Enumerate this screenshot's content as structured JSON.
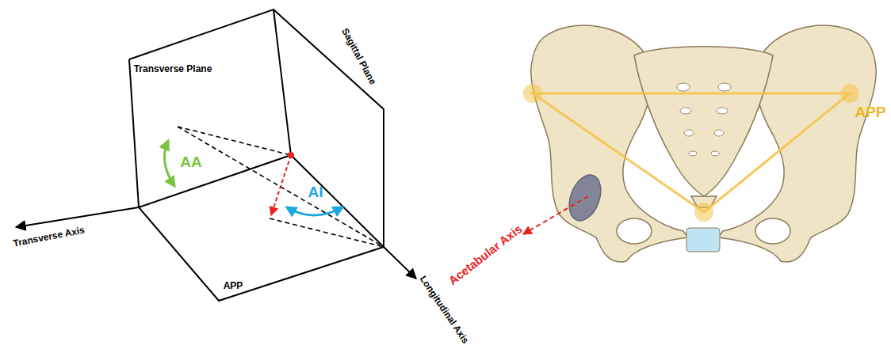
{
  "diagram": {
    "labels": [
      "Transverse Plane",
      "Sagittal Plane",
      "AA",
      "AI",
      "Transverse Axis",
      "APP",
      "Longitudinal Axis",
      "APP",
      "Acetabular Axis"
    ]
  }
}
